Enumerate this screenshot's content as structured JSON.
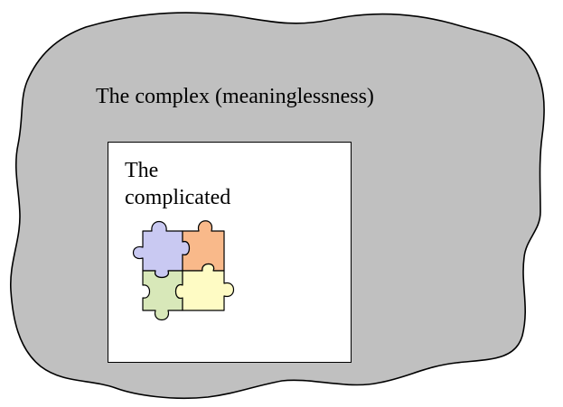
{
  "outer_region": {
    "label": "The complex (meaninglessness)",
    "fill_color": "#c0c0c0"
  },
  "inner_region": {
    "label_line1": "The",
    "label_line2": "complicated",
    "fill_color": "#ffffff"
  },
  "puzzle": {
    "icon": "jigsaw-puzzle-icon",
    "piece_colors": {
      "top_left": "#c9c9f2",
      "top_right": "#f9b98a",
      "bottom_left": "#d8e8b9",
      "bottom_right": "#fefbc4"
    }
  }
}
